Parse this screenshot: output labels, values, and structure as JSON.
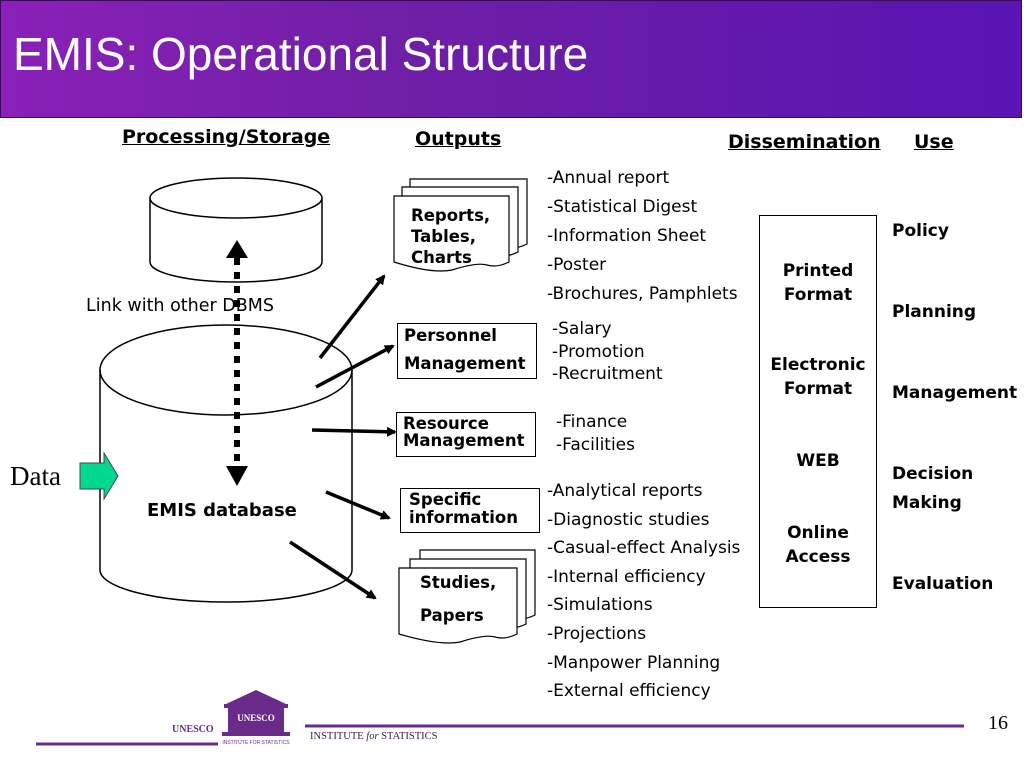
{
  "title": "EMIS: Operational Structure",
  "headers": {
    "processing": "Processing/Storage",
    "outputs": "Outputs",
    "dissemination": "Dissemination",
    "use": "Use"
  },
  "link_label": "Link with other  DBMS",
  "data_label": "Data",
  "db_label": "EMIS database",
  "outputs": {
    "reports": [
      "Reports,",
      "Tables,",
      "Charts"
    ],
    "personnel": [
      "Personnel",
      "Management"
    ],
    "resource": [
      "Resource",
      "Management"
    ],
    "specific": [
      "Specific",
      "information"
    ],
    "studies": [
      "Studies,",
      "Papers"
    ]
  },
  "details": {
    "reports": [
      "-Annual report",
      "-Statistical Digest",
      "-Information Sheet",
      "-Poster",
      "-Brochures, Pamphlets"
    ],
    "personnel": [
      "-Salary",
      "-Promotion",
      "-Recruitment"
    ],
    "resource": [
      "-Finance",
      "-Facilities"
    ],
    "specific": [
      "-Analytical reports",
      "-Diagnostic studies",
      "-Casual-effect Analysis",
      "-Internal efficiency",
      "-Simulations",
      "-Projections",
      "-Manpower Planning",
      "-External efficiency"
    ]
  },
  "dissemination": {
    "printed": [
      "Printed",
      "Format"
    ],
    "electronic": [
      "Electronic",
      "Format"
    ],
    "web": "WEB",
    "online": [
      "Online",
      "Access"
    ]
  },
  "uses": [
    "Policy",
    "Planning",
    "Management",
    "Decision",
    "Making",
    "Evaluation"
  ],
  "footer": {
    "unesco": "UNESCO",
    "logo_text": "UNESCO",
    "logo_sub": "INSTITUTE FOR STATISTICS",
    "institute_pre": "INSTITUTE ",
    "institute_for": "for",
    "institute_post": " STATISTICS",
    "page_number": "16"
  },
  "colors": {
    "title_bg": "#7a1fb0",
    "arrow_green": "#00d890",
    "footer_purple": "#6a2a8a"
  }
}
